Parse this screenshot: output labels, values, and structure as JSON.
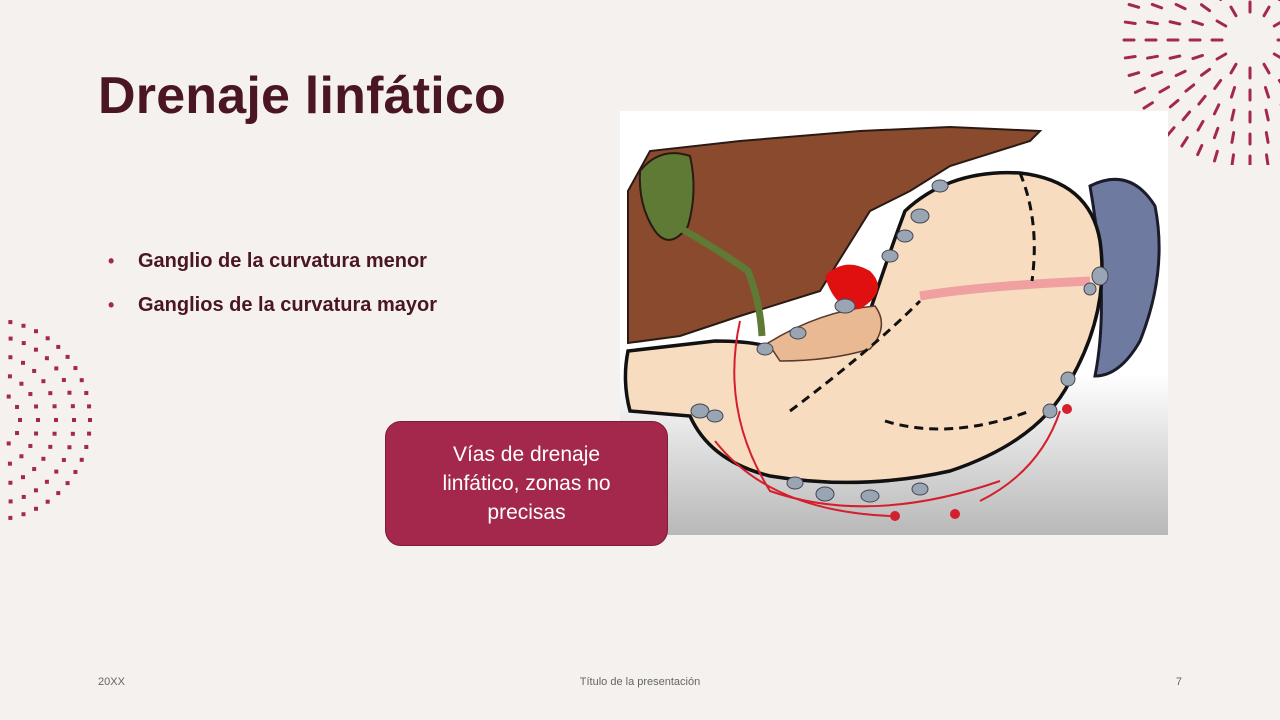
{
  "slide": {
    "title": "Drenaje linfático",
    "bullets": [
      "Ganglio de la curvatura menor",
      "Ganglios de la curvatura mayor"
    ],
    "callout": "Vías de drenaje linfático, zonas no precisas",
    "footer": {
      "date": "20XX",
      "presentation_title": "Título de la presentación",
      "page_number": "7"
    }
  },
  "colors": {
    "background": "#f4f1ee",
    "title": "#4a1622",
    "accent": "#a3284c"
  }
}
